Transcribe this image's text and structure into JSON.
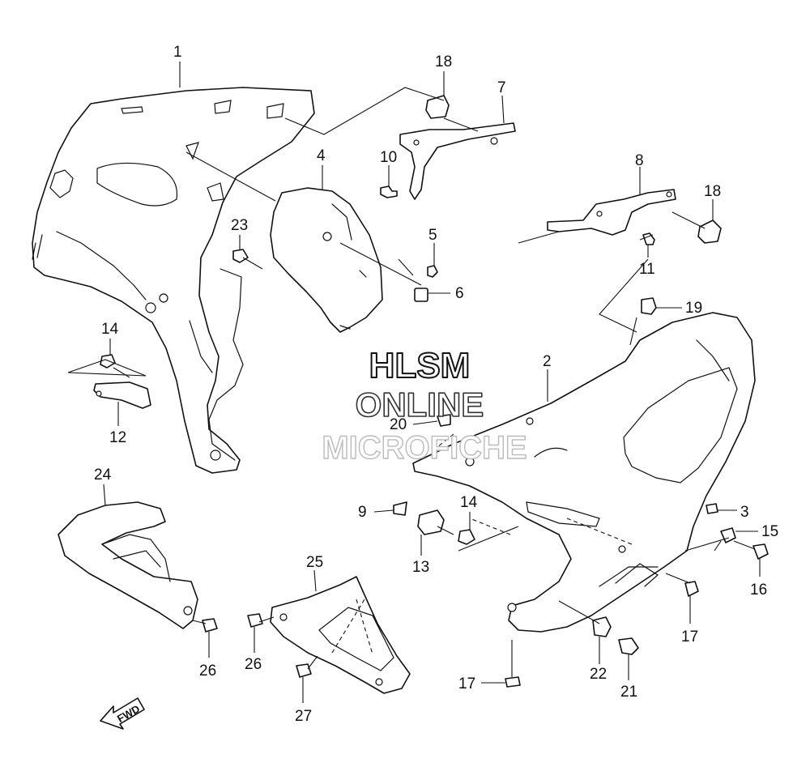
{
  "watermark": {
    "line1": "HLSM",
    "line2": "ONLINE",
    "line3": "MICROFICHE"
  },
  "direction_label": "FWD",
  "callouts": {
    "c1": "1",
    "c2": "2",
    "c3": "3",
    "c4": "4",
    "c5": "5",
    "c6": "6",
    "c7": "7",
    "c8": "8",
    "c9": "9",
    "c10": "10",
    "c11": "11",
    "c12": "12",
    "c13": "13",
    "c14a": "14",
    "c14b": "14",
    "c15": "15",
    "c16": "16",
    "c17a": "17",
    "c17b": "17",
    "c18a": "18",
    "c18b": "18",
    "c19": "19",
    "c20": "20",
    "c21": "21",
    "c22": "22",
    "c23": "23",
    "c24": "24",
    "c25": "25",
    "c26a": "26",
    "c26b": "26",
    "c27": "27"
  },
  "colors": {
    "line": "#111111",
    "background": "#ffffff",
    "watermark_outline": "#111111",
    "watermark_faint": "#bbbbbb"
  }
}
